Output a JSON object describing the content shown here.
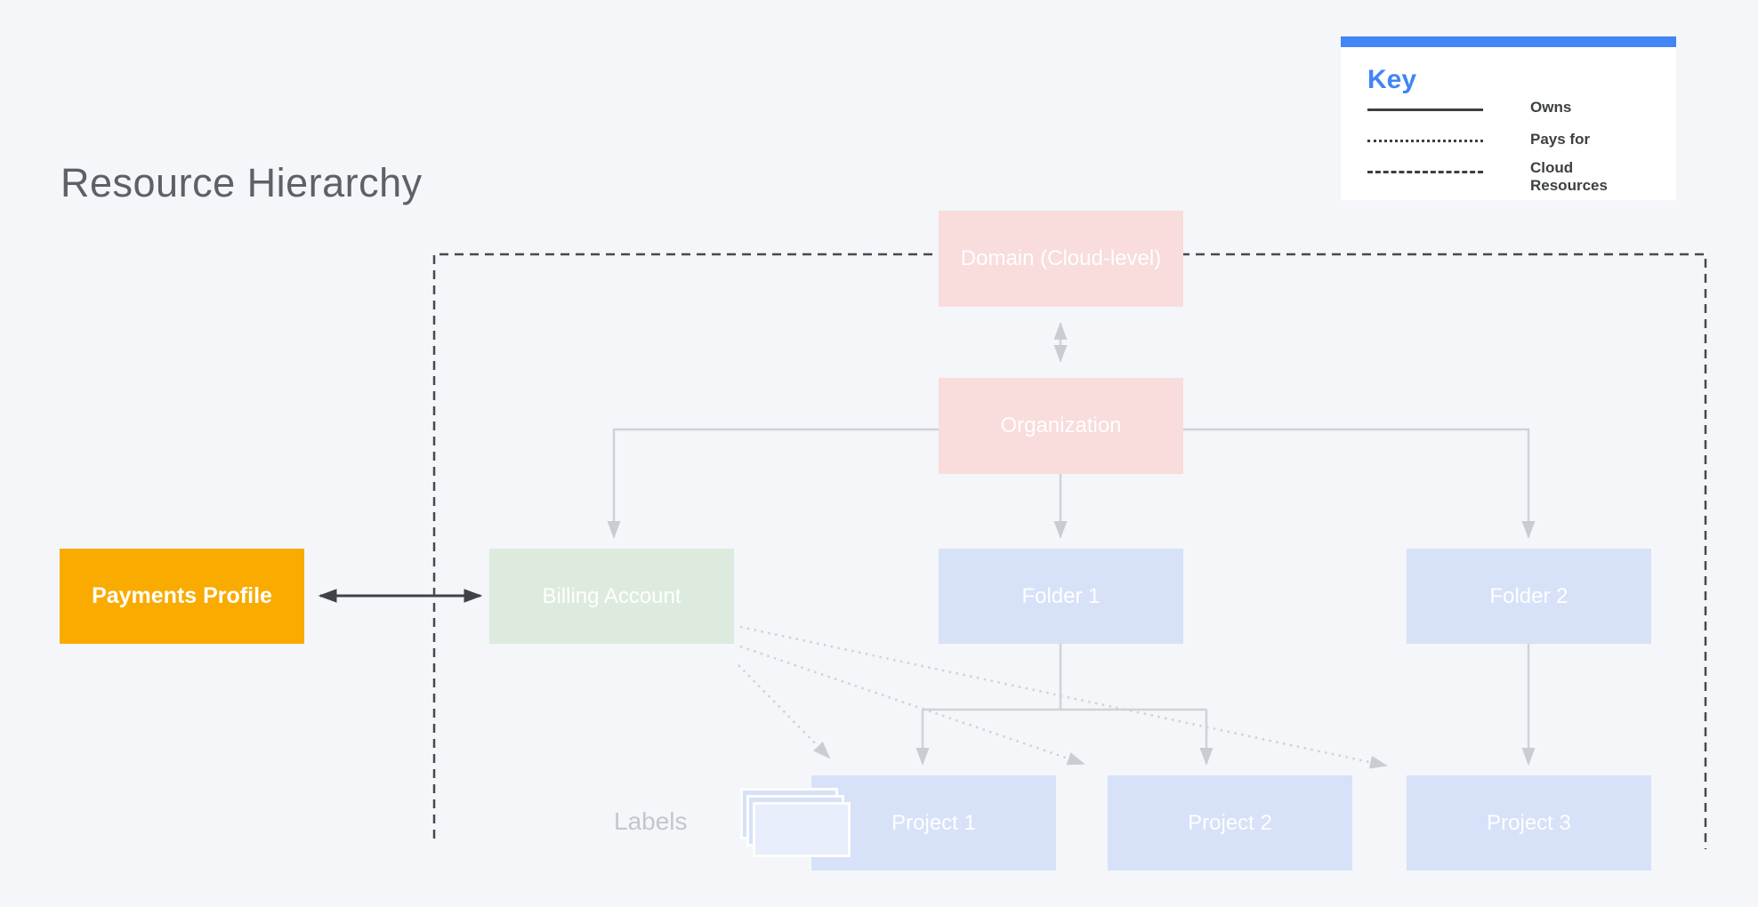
{
  "page": {
    "title": "Resource Hierarchy"
  },
  "legend": {
    "title": "Key",
    "items": [
      {
        "line_style": "solid",
        "label": "Owns"
      },
      {
        "line_style": "dotted",
        "label": "Pays for"
      },
      {
        "line_style": "dashed",
        "label": "Cloud Resources"
      }
    ]
  },
  "nodes": {
    "domain": {
      "label": "Domain (Cloud-level)",
      "color": "#f9dcdc"
    },
    "organization": {
      "label": "Organization",
      "color": "#f9dcdc"
    },
    "payments_profile": {
      "label": "Payments Profile",
      "color": "#f9ab00"
    },
    "billing_account": {
      "label": "Billing Account",
      "color": "#dcebde"
    },
    "folder_1": {
      "label": "Folder 1",
      "color": "#d7e2f8"
    },
    "folder_2": {
      "label": "Folder 2",
      "color": "#d7e2f8"
    },
    "project_1": {
      "label": "Project 1",
      "color": "#d7e2f8"
    },
    "project_2": {
      "label": "Project 2",
      "color": "#d7e2f8"
    },
    "project_3": {
      "label": "Project 3",
      "color": "#d7e2f8"
    }
  },
  "annotations": {
    "labels_caption": "Labels"
  },
  "colors": {
    "background": "#f4f6f9",
    "legend_accent_bar": "#4285f4",
    "legend_title": "#4285f4",
    "owns_sample_line": "#3c4043",
    "payments_arrow": "#3f4347",
    "hierarchy_line": "#cfd3d8",
    "cloud_boundary_dash": "#46494d",
    "title_text": "#5d6166"
  }
}
